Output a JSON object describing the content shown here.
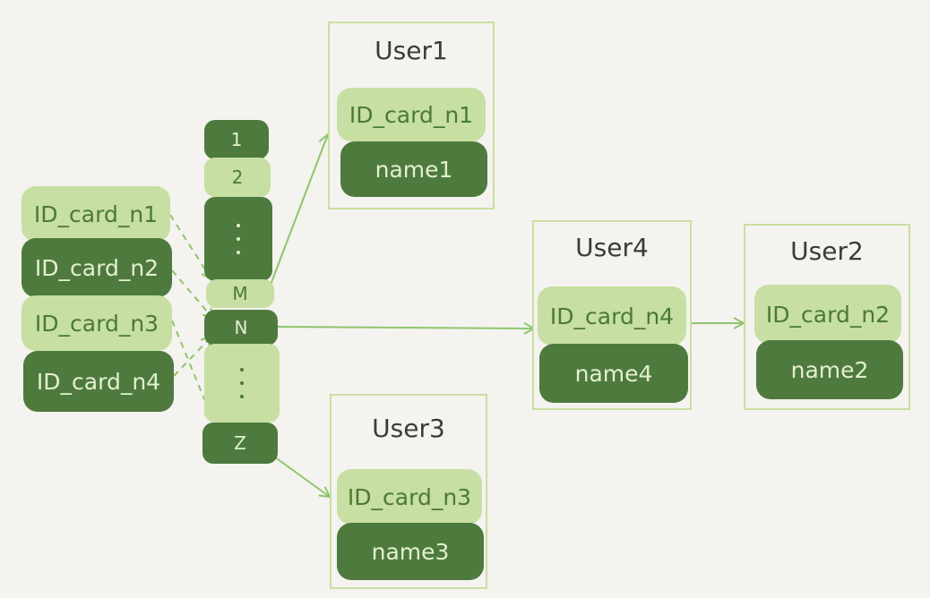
{
  "index_keys": [
    "ID_card_n1",
    "ID_card_n2",
    "ID_card_n3",
    "ID_card_n4"
  ],
  "buckets": {
    "b1": "1",
    "b2": "2",
    "bm": "M",
    "bn": "N",
    "bz": "Z"
  },
  "records": {
    "user1": {
      "title": "User1",
      "id": "ID_card_n1",
      "name": "name1"
    },
    "user3": {
      "title": "User3",
      "id": "ID_card_n3",
      "name": "name3"
    },
    "user4": {
      "title": "User4",
      "id": "ID_card_n4",
      "name": "name4"
    },
    "user2": {
      "title": "User2",
      "id": "ID_card_n2",
      "name": "name2"
    }
  },
  "colors": {
    "background": "#f4f3ef",
    "light_green": "#c7dfa2",
    "dark_green": "#4e7a3e",
    "arrow": "#8ec56e",
    "box_border": "#c9df9f"
  }
}
